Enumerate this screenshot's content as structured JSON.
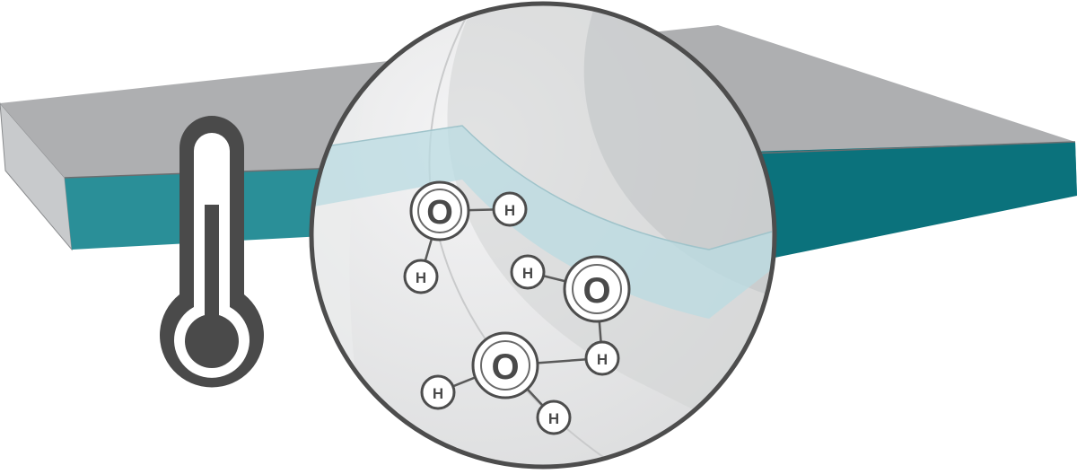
{
  "colors": {
    "slab_top": "#aeafb1",
    "slab_front": "#2a8f98",
    "slab_right": "#0b727c",
    "slab_left_side": "#c4c6c8",
    "outline": "#4d4d4d",
    "thermometer": "#4a4a4a",
    "magnifier_fill": "#e4e5e6",
    "water_film": "#b9dbe2"
  },
  "icons": {
    "thermometer": "thermometer-icon",
    "magnifier": "magnifier-lens"
  },
  "molecules": [
    {
      "oxygen": "O",
      "hydrogens": [
        "H",
        "H"
      ]
    },
    {
      "oxygen": "O",
      "hydrogens": [
        "H",
        "H"
      ]
    },
    {
      "oxygen": "O",
      "hydrogens": [
        "H",
        "H"
      ]
    }
  ]
}
